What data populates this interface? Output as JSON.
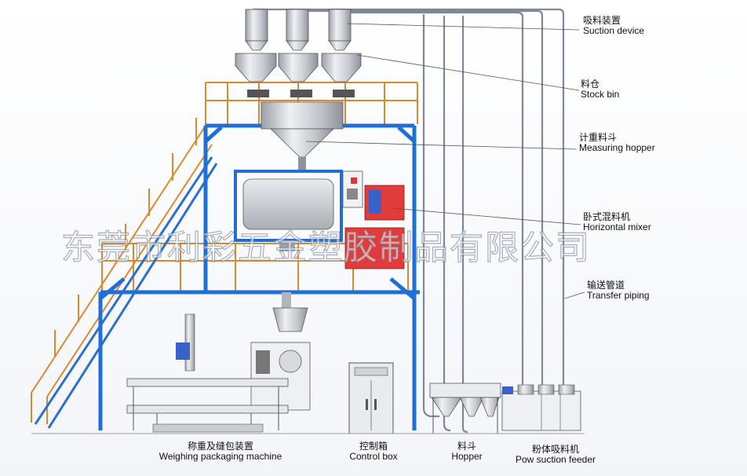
{
  "labels": {
    "suction_device": {
      "cn": "吸料装置",
      "en": "Suction device"
    },
    "stock_bin": {
      "cn": "料仓",
      "en": "Stock bin"
    },
    "measuring_hopper": {
      "cn": "计重料斗",
      "en": "Measuring hopper"
    },
    "horizontal_mixer": {
      "cn": "卧式混料机",
      "en": "Horizontal mixer"
    },
    "transfer_piping": {
      "cn": "输送管道",
      "en": "Transfer piping"
    },
    "weighing_packaging": {
      "cn": "称重及缝包装置",
      "en": "Weighing packaging machine"
    },
    "control_box": {
      "cn": "控制箱",
      "en": "Control box"
    },
    "hopper": {
      "cn": "料斗",
      "en": "Hopper"
    },
    "pow_suction_feeder": {
      "cn": "粉体吸料机",
      "en": "Pow suction feeder"
    }
  },
  "watermark": "东莞市利彩五金塑胶制品有限公司",
  "colors": {
    "frame_blue": "#1f6fd6",
    "railing_orange": "#d98a2e",
    "pipe_gray": "#8a93a3",
    "mixer_red": "#e23b3b",
    "steel": "#c9cdd3"
  }
}
